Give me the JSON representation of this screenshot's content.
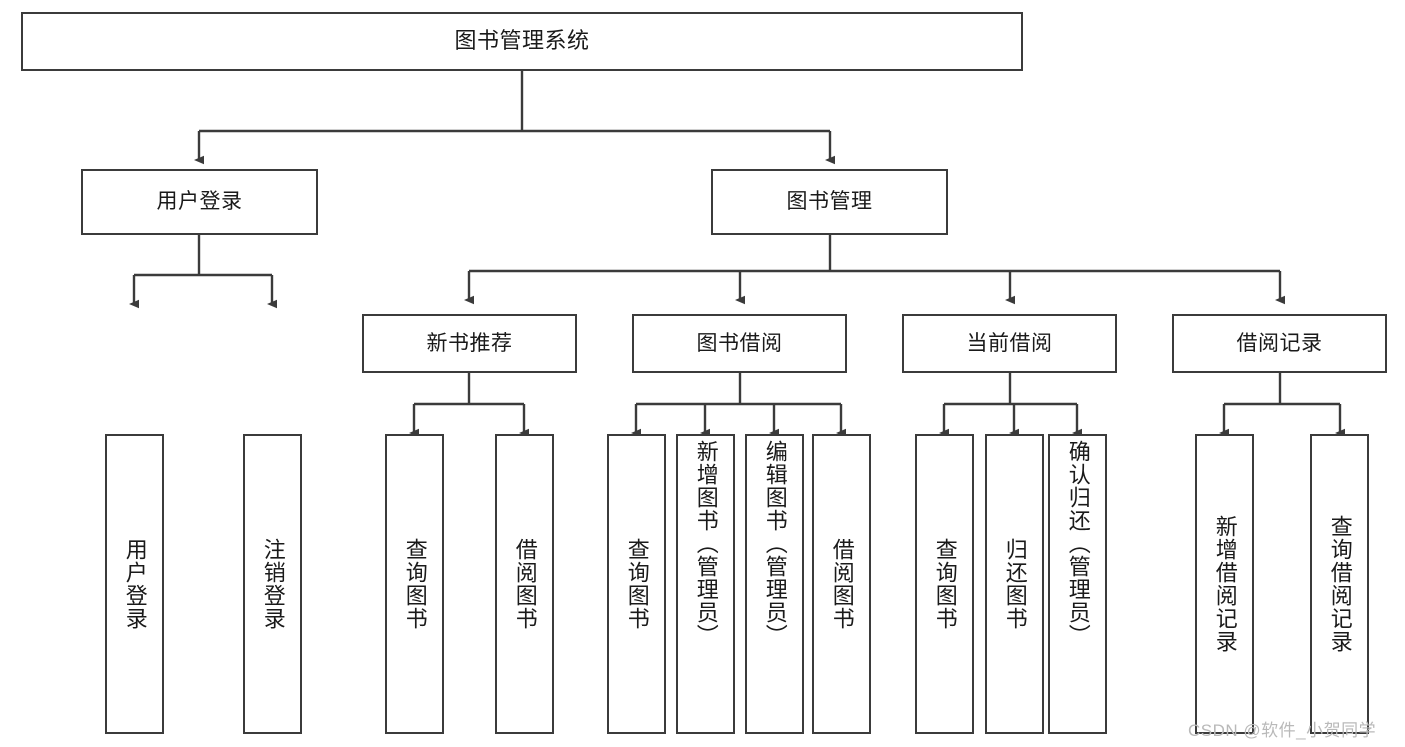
{
  "diagram": {
    "title": "图书管理系统",
    "watermark": "CSDN @软件_小贺同学",
    "colors": {
      "node_border": "#3b3b3b",
      "node_fill": "#ffffff",
      "edge": "#3b3b3b",
      "text": "#1a1a1a",
      "watermark": "#b9b9b9",
      "background": "#ffffff"
    },
    "nodes": {
      "root": {
        "label": "图书管理系统"
      },
      "level2": [
        {
          "id": "user-login",
          "label": "用户登录"
        },
        {
          "id": "book-management",
          "label": "图书管理"
        }
      ],
      "level3": [
        {
          "id": "new-book-recommend",
          "label": "新书推荐"
        },
        {
          "id": "book-borrow",
          "label": "图书借阅"
        },
        {
          "id": "current-borrow",
          "label": "当前借阅"
        },
        {
          "id": "borrow-record",
          "label": "借阅记录"
        }
      ],
      "leaves": {
        "user_login": [
          {
            "id": "leaf-user-login",
            "label": "用户登录"
          },
          {
            "id": "leaf-logout",
            "label": "注销登录"
          }
        ],
        "new_book_recommend": [
          {
            "id": "leaf-query-book-1",
            "label": "查询图书"
          },
          {
            "id": "leaf-borrow-book-1",
            "label": "借阅图书"
          }
        ],
        "book_borrow": [
          {
            "id": "leaf-query-book-2",
            "label": "查询图书"
          },
          {
            "id": "leaf-add-book",
            "label": "新增图书（管理员）"
          },
          {
            "id": "leaf-edit-book",
            "label": "编辑图书（管理员）"
          },
          {
            "id": "leaf-borrow-book-2",
            "label": "借阅图书"
          }
        ],
        "current_borrow": [
          {
            "id": "leaf-query-book-3",
            "label": "查询图书"
          },
          {
            "id": "leaf-return-book",
            "label": "归还图书"
          },
          {
            "id": "leaf-confirm-return",
            "label": "确认归还（管理员）"
          }
        ],
        "borrow_record": [
          {
            "id": "leaf-add-record",
            "label": "新增借阅记录"
          },
          {
            "id": "leaf-query-record",
            "label": "查询借阅记录"
          }
        ]
      }
    }
  }
}
